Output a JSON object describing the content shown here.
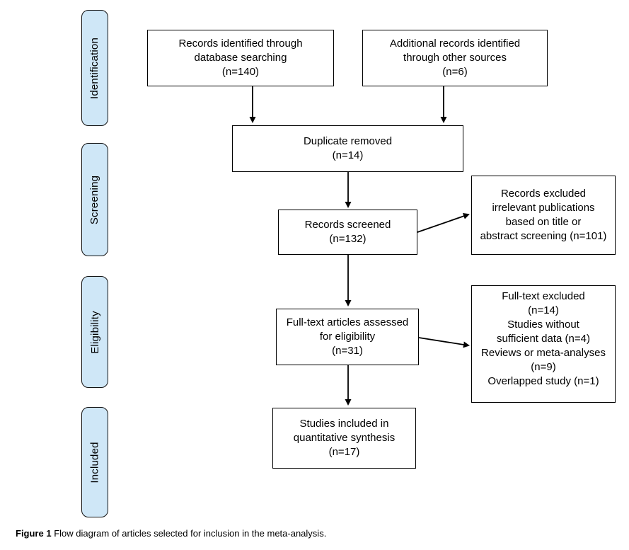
{
  "caption": {
    "label": "Figure 1",
    "text": " Flow diagram of articles selected for inclusion in the meta-analysis."
  },
  "colors": {
    "stage_fill": "#cfe7f7",
    "box_fill": "#ffffff",
    "line": "#000000"
  },
  "stages": [
    {
      "label": "Identification"
    },
    {
      "label": "Screening"
    },
    {
      "label": "Eligibility"
    },
    {
      "label": "Included"
    }
  ],
  "boxes": {
    "records_identified": {
      "text": "Records identified through\ndatabase searching\n(n=140)"
    },
    "additional_records": {
      "text": "Additional records identified\nthrough other sources\n(n=6)"
    },
    "duplicate_removed": {
      "text": "Duplicate removed\n(n=14)"
    },
    "records_screened": {
      "text": "Records screened\n(n=132)"
    },
    "records_excluded": {
      "text": "Records excluded\nirrelevant publications\nbased on title or\nabstract screening (n=101)"
    },
    "fulltext_assessed": {
      "text": "Full-text articles assessed\nfor eligibility\n(n=31)"
    },
    "fulltext_excluded": {
      "text": "Full-text excluded\n(n=14)\nStudies without\nsufficient data (n=4)\nReviews or meta-analyses\n(n=9)\nOverlapped study (n=1)"
    },
    "studies_included": {
      "text": "Studies included in\nquantitative synthesis\n(n=17)"
    }
  }
}
